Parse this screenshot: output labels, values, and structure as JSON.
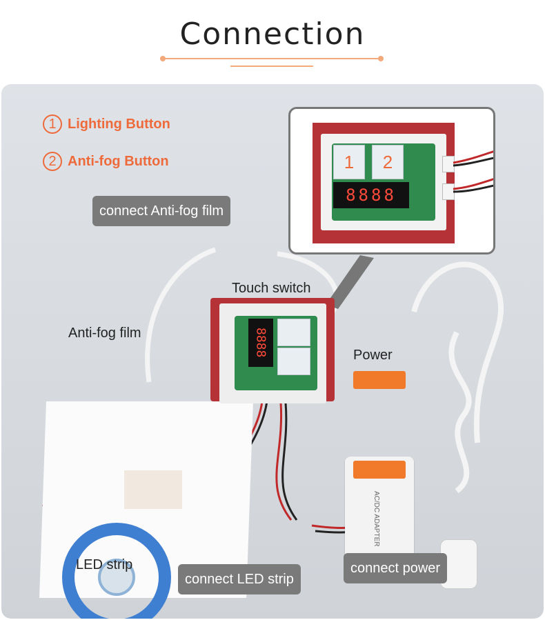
{
  "header": {
    "title": "Connection"
  },
  "legend": [
    {
      "num": "1",
      "label": "Lighting Button"
    },
    {
      "num": "2",
      "label": "Anti-fog Button"
    }
  ],
  "inset": {
    "button1": "1",
    "button2": "2",
    "display": "8888"
  },
  "labels": {
    "connect_antifog": "connect Anti-fog film",
    "touch_switch": "Touch switch",
    "anti_fog_film": "Anti-fog film",
    "power": "Power",
    "led_strip": "LED strip",
    "connect_led": "connect LED strip",
    "connect_power": "connect power"
  },
  "switch_display": "8888",
  "adapter_text": "AC/DC ADAPTER",
  "colors": {
    "accent": "#ee6a3a",
    "label_bg": "#7a7a7a",
    "frame_red": "#b53236",
    "board_green": "#2f8b4e"
  }
}
